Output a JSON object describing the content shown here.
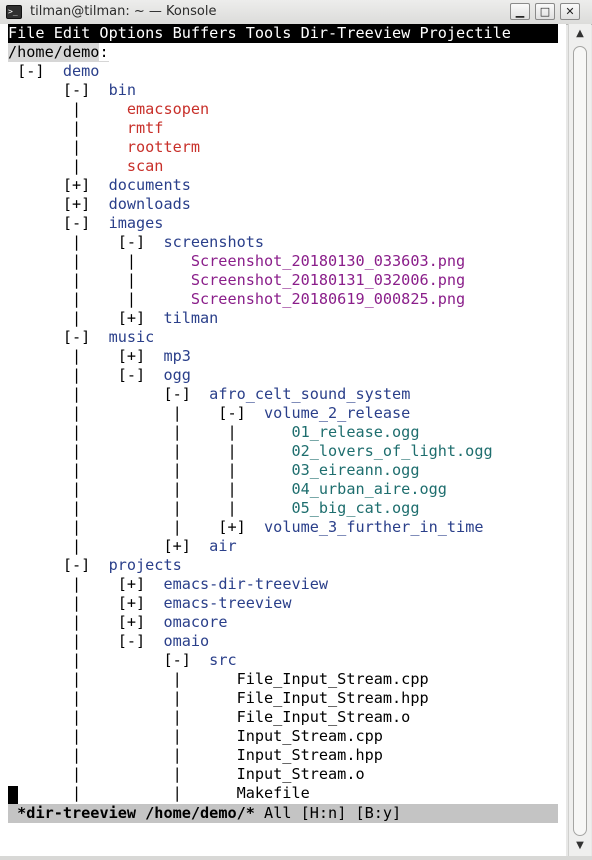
{
  "window": {
    "title": "tilman@tilman: ~ — Konsole",
    "minimize": "▁",
    "maximize": "□",
    "close": "✕",
    "icon_glyph": ">_"
  },
  "menubar": "File Edit Options Buffers Tools Dir-Treeview Projectile",
  "header": {
    "path": "/home/demo",
    "suffix": ":"
  },
  "tree": [
    {
      "guide": " [-]  ",
      "name": "demo",
      "type": "dir"
    },
    {
      "guide": "      [-]  ",
      "name": "bin",
      "type": "dir"
    },
    {
      "guide": "       |     ",
      "name": "emacsopen",
      "type": "exec"
    },
    {
      "guide": "       |     ",
      "name": "rmtf",
      "type": "exec"
    },
    {
      "guide": "       |     ",
      "name": "rootterm",
      "type": "exec"
    },
    {
      "guide": "       |     ",
      "name": "scan",
      "type": "exec"
    },
    {
      "guide": "      [+]  ",
      "name": "documents",
      "type": "dir"
    },
    {
      "guide": "      [+]  ",
      "name": "downloads",
      "type": "dir"
    },
    {
      "guide": "      [-]  ",
      "name": "images",
      "type": "dir"
    },
    {
      "guide": "       |    [-]  ",
      "name": "screenshots",
      "type": "dir"
    },
    {
      "guide": "       |     |      ",
      "name": "Screenshot_20180130_033603.png",
      "type": "media"
    },
    {
      "guide": "       |     |      ",
      "name": "Screenshot_20180131_032006.png",
      "type": "media"
    },
    {
      "guide": "       |     |      ",
      "name": "Screenshot_20180619_000825.png",
      "type": "media"
    },
    {
      "guide": "       |    [+]  ",
      "name": "tilman",
      "type": "dir"
    },
    {
      "guide": "      [-]  ",
      "name": "music",
      "type": "dir"
    },
    {
      "guide": "       |    [+]  ",
      "name": "mp3",
      "type": "dir"
    },
    {
      "guide": "       |    [-]  ",
      "name": "ogg",
      "type": "dir"
    },
    {
      "guide": "       |         [-]  ",
      "name": "afro_celt_sound_system",
      "type": "dir"
    },
    {
      "guide": "       |          |    [-]  ",
      "name": "volume_2_release",
      "type": "dir"
    },
    {
      "guide": "       |          |     |      ",
      "name": "01_release.ogg",
      "type": "audio"
    },
    {
      "guide": "       |          |     |      ",
      "name": "02_lovers_of_light.ogg",
      "type": "audio"
    },
    {
      "guide": "       |          |     |      ",
      "name": "03_eireann.ogg",
      "type": "audio"
    },
    {
      "guide": "       |          |     |      ",
      "name": "04_urban_aire.ogg",
      "type": "audio"
    },
    {
      "guide": "       |          |     |      ",
      "name": "05_big_cat.ogg",
      "type": "audio"
    },
    {
      "guide": "       |          |    [+]  ",
      "name": "volume_3_further_in_time",
      "type": "dir"
    },
    {
      "guide": "       |         [+]  ",
      "name": "air",
      "type": "dir"
    },
    {
      "guide": "      [-]  ",
      "name": "projects",
      "type": "dir"
    },
    {
      "guide": "       |    [+]  ",
      "name": "emacs-dir-treeview",
      "type": "dir"
    },
    {
      "guide": "       |    [+]  ",
      "name": "emacs-treeview",
      "type": "dir"
    },
    {
      "guide": "       |    [+]  ",
      "name": "omacore",
      "type": "dir"
    },
    {
      "guide": "       |    [-]  ",
      "name": "omaio",
      "type": "dir"
    },
    {
      "guide": "       |         [-]  ",
      "name": "src",
      "type": "dir"
    },
    {
      "guide": "       |          |      ",
      "name": "File_Input_Stream.cpp",
      "type": "file"
    },
    {
      "guide": "       |          |      ",
      "name": "File_Input_Stream.hpp",
      "type": "file"
    },
    {
      "guide": "       |          |      ",
      "name": "File_Input_Stream.o",
      "type": "file"
    },
    {
      "guide": "       |          |      ",
      "name": "Input_Stream.cpp",
      "type": "file"
    },
    {
      "guide": "       |          |      ",
      "name": "Input_Stream.hpp",
      "type": "file"
    },
    {
      "guide": "       |          |      ",
      "name": "Input_Stream.o",
      "type": "file"
    },
    {
      "guide": "       |          |      ",
      "name": "Makefile",
      "type": "file"
    }
  ],
  "modeline": {
    "prefix": " ",
    "buffer": "*dir-treeview /home/demo/*",
    "rest": " All [H:n] [B:y]"
  },
  "colors": {
    "dir": "#2a3f8a",
    "exec": "#c8302a",
    "media": "#8a1e8a",
    "audio": "#1e6e6e",
    "file": "#000000"
  },
  "scrollbar": {
    "up_icon": "▲",
    "down_icon": "▼"
  }
}
